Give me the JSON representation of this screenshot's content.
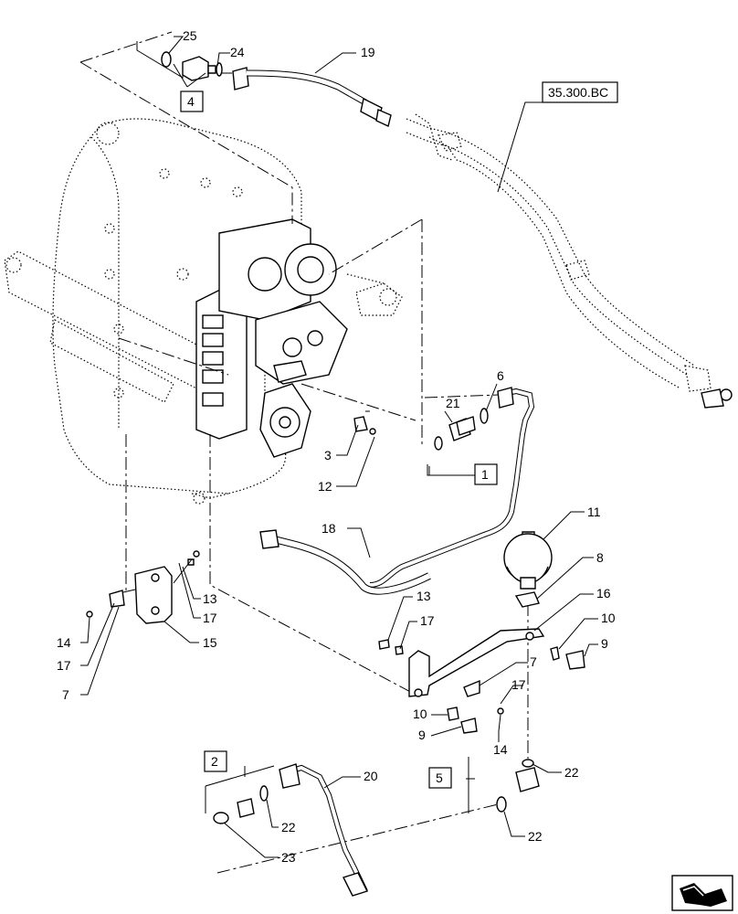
{
  "diagram": {
    "reference_box": "35.300.BC",
    "group_boxes": [
      "4",
      "1",
      "2",
      "5"
    ],
    "callouts": [
      "25",
      "24",
      "19",
      "21",
      "6",
      "3",
      "12",
      "11",
      "18",
      "8",
      "16",
      "10",
      "9",
      "13",
      "17",
      "7",
      "14",
      "15",
      "20",
      "22",
      "23"
    ],
    "nav_icon": "arrow-icon"
  }
}
